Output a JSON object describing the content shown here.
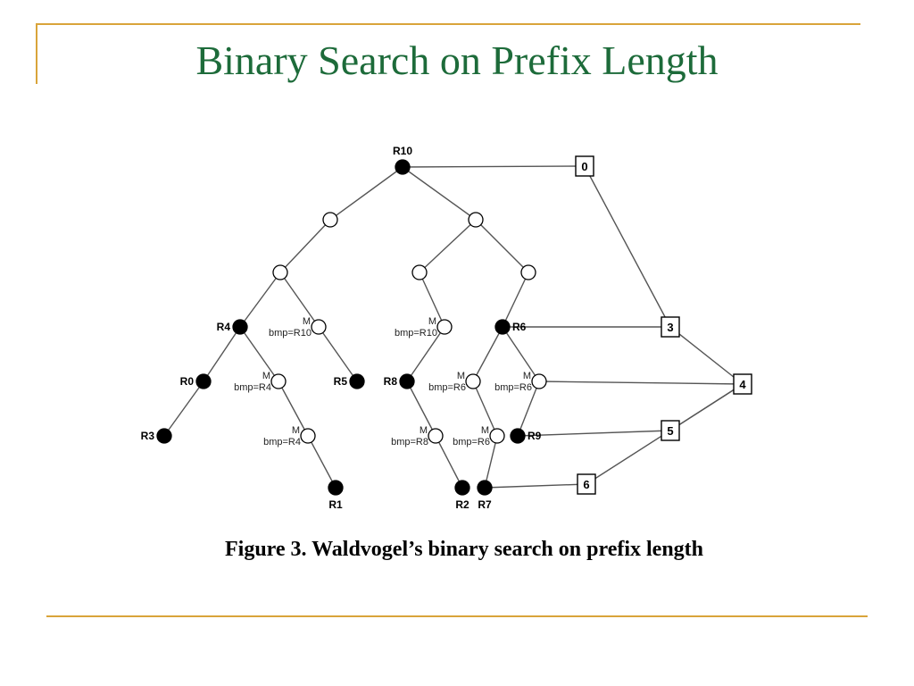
{
  "slide": {
    "title": "Binary Search on Prefix Length",
    "caption": "Figure 3. Waldvogel’s binary search on prefix length"
  },
  "colors": {
    "title": "#1d6b3a",
    "rule": "#d9a43a",
    "node_filled": "#000000",
    "node_empty": "#ffffff",
    "edge": "#555555"
  },
  "diagram": {
    "nodes": [
      {
        "id": "r10",
        "filled": true,
        "label": "R10"
      },
      {
        "id": "l1",
        "filled": false
      },
      {
        "id": "r1n",
        "filled": false
      },
      {
        "id": "ll",
        "filled": false
      },
      {
        "id": "rl",
        "filled": false
      },
      {
        "id": "rr",
        "filled": false
      },
      {
        "id": "r4",
        "filled": true,
        "label": "R4"
      },
      {
        "id": "m1",
        "filled": false,
        "label": "M",
        "sublabel": "bmp=R10"
      },
      {
        "id": "m2",
        "filled": false,
        "label": "M",
        "sublabel": "bmp=R10"
      },
      {
        "id": "r6",
        "filled": true,
        "label": "R6"
      },
      {
        "id": "r0",
        "filled": true,
        "label": "R0"
      },
      {
        "id": "m3",
        "filled": false,
        "label": "M",
        "sublabel": "bmp=R4"
      },
      {
        "id": "r5",
        "filled": true,
        "label": "R5"
      },
      {
        "id": "r8",
        "filled": true,
        "label": "R8"
      },
      {
        "id": "m4",
        "filled": false,
        "label": "M",
        "sublabel": "bmp=R6"
      },
      {
        "id": "m5",
        "filled": false,
        "label": "M",
        "sublabel": "bmp=R6"
      },
      {
        "id": "r3",
        "filled": true,
        "label": "R3"
      },
      {
        "id": "m6",
        "filled": false,
        "label": "M",
        "sublabel": "bmp=R4"
      },
      {
        "id": "m7",
        "filled": false,
        "label": "M",
        "sublabel": "bmp=R8"
      },
      {
        "id": "m8",
        "filled": false,
        "label": "M",
        "sublabel": "bmp=R6"
      },
      {
        "id": "r9",
        "filled": true,
        "label": "R9"
      },
      {
        "id": "r1",
        "filled": true,
        "label": "R1"
      },
      {
        "id": "r2",
        "filled": true,
        "label": "R2"
      },
      {
        "id": "r7",
        "filled": true,
        "label": "R7"
      }
    ],
    "boxes": [
      {
        "id": "b0",
        "label": "0"
      },
      {
        "id": "b3",
        "label": "3"
      },
      {
        "id": "b4",
        "label": "4"
      },
      {
        "id": "b5",
        "label": "5"
      },
      {
        "id": "b6",
        "label": "6"
      }
    ],
    "edges": [
      [
        "r10",
        "l1"
      ],
      [
        "r10",
        "r1n"
      ],
      [
        "l1",
        "ll"
      ],
      [
        "r1n",
        "rl"
      ],
      [
        "r1n",
        "rr"
      ],
      [
        "ll",
        "r4"
      ],
      [
        "ll",
        "m1"
      ],
      [
        "rl",
        "m2"
      ],
      [
        "rr",
        "r6"
      ],
      [
        "r4",
        "r0"
      ],
      [
        "r4",
        "m3"
      ],
      [
        "m1",
        "r5"
      ],
      [
        "m2",
        "r8"
      ],
      [
        "r6",
        "m4"
      ],
      [
        "r6",
        "m5"
      ],
      [
        "r0",
        "r3"
      ],
      [
        "m3",
        "m6"
      ],
      [
        "r8",
        "m7"
      ],
      [
        "m4",
        "m8"
      ],
      [
        "m5",
        "r9"
      ],
      [
        "m6",
        "r1"
      ],
      [
        "m7",
        "r2"
      ],
      [
        "m8",
        "r7"
      ]
    ],
    "links": [
      [
        "r10",
        "b0"
      ],
      [
        "r6",
        "b3"
      ],
      [
        "m5",
        "b4"
      ],
      [
        "r9",
        "b5"
      ],
      [
        "r7",
        "b6"
      ],
      [
        "b0",
        "b3"
      ],
      [
        "b3",
        "b4"
      ],
      [
        "b5",
        "b4"
      ],
      [
        "b6",
        "b4"
      ]
    ]
  }
}
